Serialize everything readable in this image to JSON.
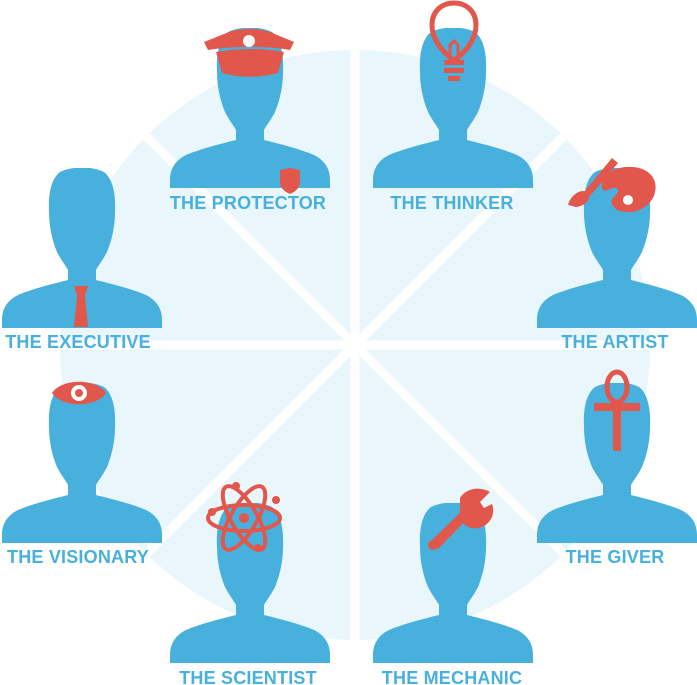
{
  "colors": {
    "person": "#48b0dc",
    "accent": "#e2574c",
    "label": "#48b0dc",
    "wheel": "#e9f6fb",
    "divider": "#ffffff"
  },
  "personas": [
    {
      "id": "protector",
      "label": "THE PROTECTOR",
      "icon": "police-cap-icon"
    },
    {
      "id": "thinker",
      "label": "THE THINKER",
      "icon": "light-bulb-icon"
    },
    {
      "id": "artist",
      "label": "THE ARTIST",
      "icon": "paint-palette-icon"
    },
    {
      "id": "giver",
      "label": "THE GIVER",
      "icon": "ankh-icon"
    },
    {
      "id": "mechanic",
      "label": "THE MECHANIC",
      "icon": "wrench-icon"
    },
    {
      "id": "scientist",
      "label": "THE SCIENTIST",
      "icon": "atom-icon"
    },
    {
      "id": "visionary",
      "label": "THE VISIONARY",
      "icon": "eye-icon"
    },
    {
      "id": "executive",
      "label": "THE EXECUTIVE",
      "icon": "necktie-icon"
    }
  ]
}
